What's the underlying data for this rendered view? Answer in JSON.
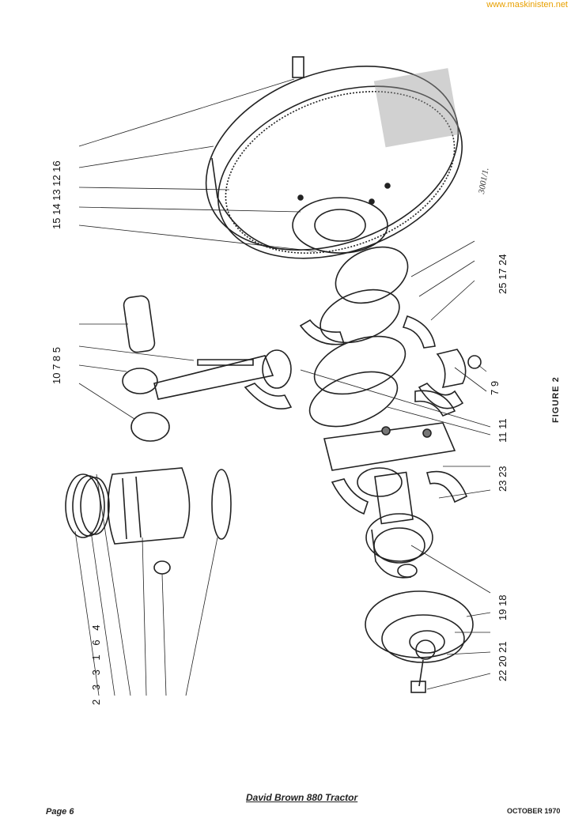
{
  "watermark": "www.maskinisten.net",
  "figure": {
    "caption": "FIGURE 2",
    "drawing_code": "3001/1.",
    "callout_groups": {
      "top_left": "15 14 13 12 16",
      "top_right": "25 17 24",
      "rod_top": "10 7 8 5",
      "rod_bottom": "7 9",
      "middle": "11 11",
      "lower_mid": "23 23",
      "gear": "19 18",
      "pulley": "22 20 21",
      "piston_left": "2 3 3 1 6 4"
    }
  },
  "footer": {
    "title": "David Brown 880 Tractor",
    "page": "Page 6",
    "date": "OCTOBER 1970"
  }
}
